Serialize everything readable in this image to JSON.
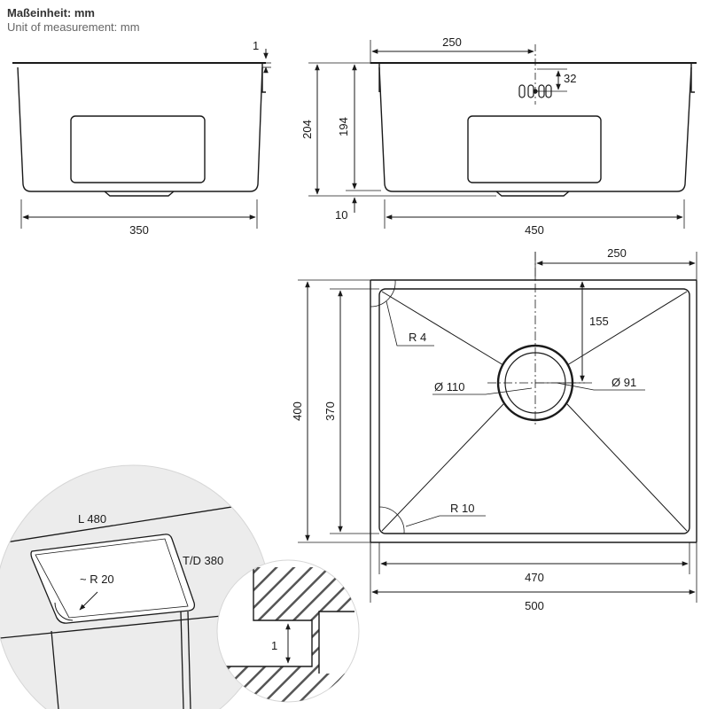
{
  "header": {
    "unit_title": "Maßeinheit: mm",
    "unit_subtitle": "Unit of measurement: mm"
  },
  "side_view": {
    "rim_thickness": "1",
    "width": "350"
  },
  "front_view": {
    "overflow_offset": "250",
    "overflow_height": "32",
    "total_height": "204",
    "inner_depth": "194",
    "bottom_offset": "10",
    "width": "450"
  },
  "top_view": {
    "drain_offset": "250",
    "drain_center_y": "155",
    "corner_radius_outer": "R 4",
    "corner_radius_inner": "R 10",
    "drain_outer_diameter": "Ø 110",
    "drain_inner_diameter": "Ø 91",
    "outer_depth": "400",
    "inner_depth": "370",
    "inner_width": "470",
    "outer_width": "500"
  },
  "detail": {
    "cutout_length": "L 480",
    "cutout_depth": "T/D 380",
    "cutout_radius": "~ R 20",
    "rim_step": "1"
  },
  "colors": {
    "line": "#1a1a1a",
    "dim": "#444444",
    "detail_fill": "#ececec",
    "hatch": "#555555"
  }
}
